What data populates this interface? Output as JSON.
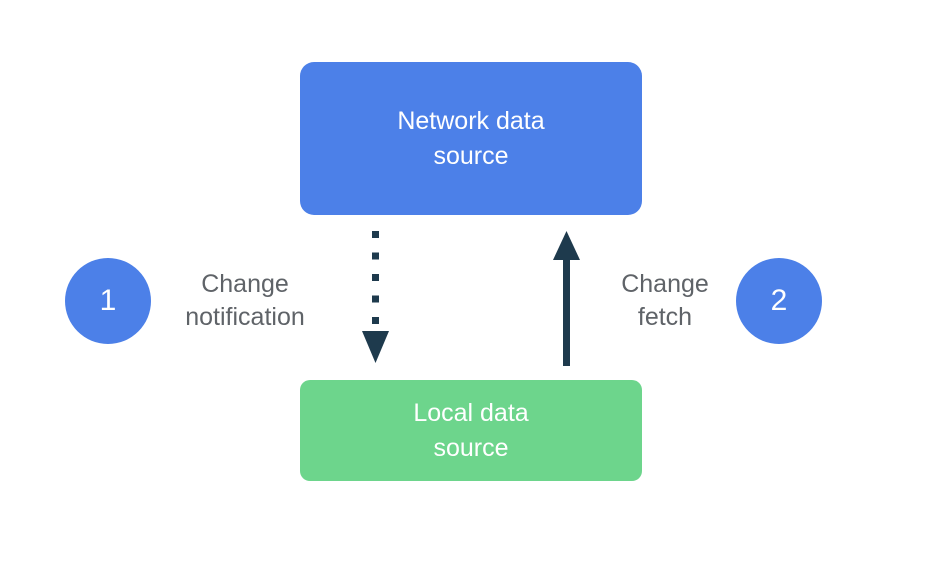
{
  "colors": {
    "background": "#ffffff",
    "primary_blue": "#4C80E8",
    "local_green": "#6DD58C",
    "arrow_dark": "#1E3A4D",
    "label_gray": "#5F6368",
    "box_text": "#ffffff"
  },
  "nodes": {
    "network": {
      "label": "Network data\nsource"
    },
    "local": {
      "label": "Local data\nsource"
    }
  },
  "steps": [
    {
      "number": "1",
      "label": "Change\nnotification"
    },
    {
      "number": "2",
      "label": "Change\nfetch"
    }
  ],
  "arrows": [
    {
      "name": "change-notification-arrow",
      "direction": "down",
      "style": "dotted",
      "from": "Network data source",
      "to": "Local data source"
    },
    {
      "name": "change-fetch-arrow",
      "direction": "up",
      "style": "solid",
      "from": "Local data source",
      "to": "Network data source"
    }
  ]
}
